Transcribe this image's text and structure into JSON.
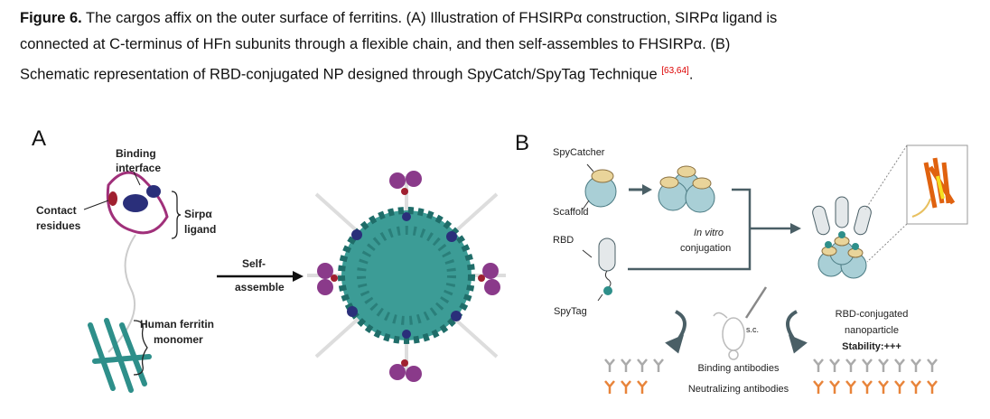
{
  "caption": {
    "label": "Figure 6.",
    "line1": " The cargos affix on the outer surface of ferritins. (A) Illustration of FHSIRPα construction, SIRPα ligand is",
    "line2": "connected at C-terminus of HFn subunits through a flexible chain, and then self-assembles to FHSIRPα. (B)",
    "line3": "Schematic representation of RBD-conjugated NP designed through SpyCatch/SpyTag Technique ",
    "refs": "[63,64]",
    "end": "."
  },
  "panel_a": {
    "label": "A",
    "binding_interface_1": "Binding",
    "binding_interface_2": "interface",
    "contact_1": "Contact",
    "contact_2": "residues",
    "sirpa_1": "Sirpα",
    "sirpa_2": "ligand",
    "ferritin_1": "Human ferritin",
    "ferritin_2": "monomer",
    "self_1": "Self-",
    "self_2": "assemble"
  },
  "panel_b": {
    "label": "B",
    "spycatcher": "SpyCatcher",
    "scaffold": "Scaffold",
    "rbd": "RBD",
    "spytag": "SpyTag",
    "in_vitro": "In vitro",
    "conjugation": "conjugation",
    "sc": "s.c.",
    "np_1": "RBD-conjugated",
    "np_2": "nanoparticle",
    "stability": "Stability:+++",
    "binding_ab": "Binding antibodies",
    "neutralizing_ab": "Neutralizing antibodies"
  },
  "colors": {
    "teal": "#2e8f8a",
    "purple": "#7a2a80",
    "navy": "#2a2f7a",
    "scaffold": "#a9cfd6",
    "catcher": "#e9d49a",
    "orange": "#e8843a",
    "grey": "#aaaaaa",
    "arrow": "#4a5f66"
  }
}
